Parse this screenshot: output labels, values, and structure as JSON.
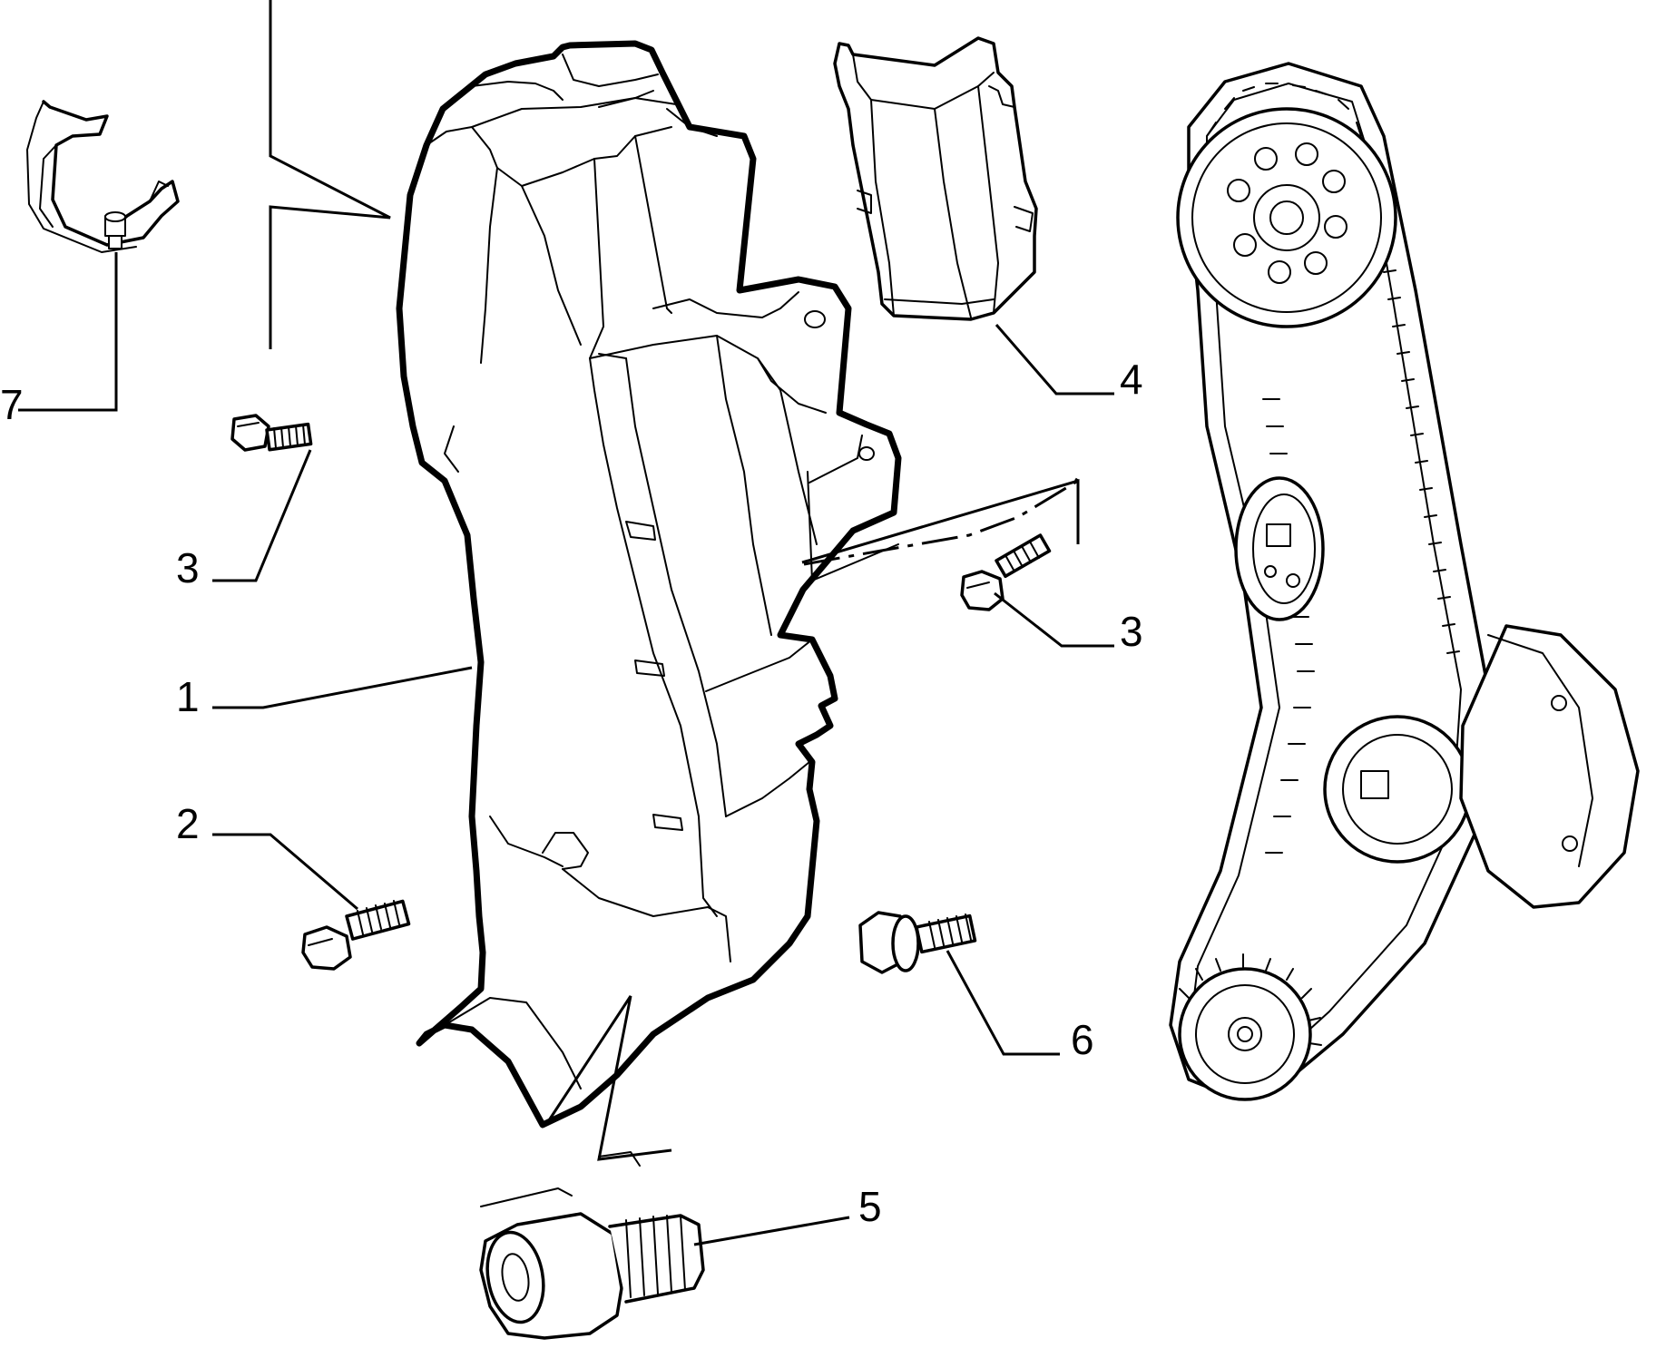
{
  "callouts": [
    {
      "id": "1",
      "label": "1"
    },
    {
      "id": "2",
      "label": "2"
    },
    {
      "id": "3a",
      "label": "3"
    },
    {
      "id": "3b",
      "label": "3"
    },
    {
      "id": "4",
      "label": "4"
    },
    {
      "id": "5",
      "label": "5"
    },
    {
      "id": "6",
      "label": "6"
    },
    {
      "id": "7",
      "label": "7"
    }
  ]
}
